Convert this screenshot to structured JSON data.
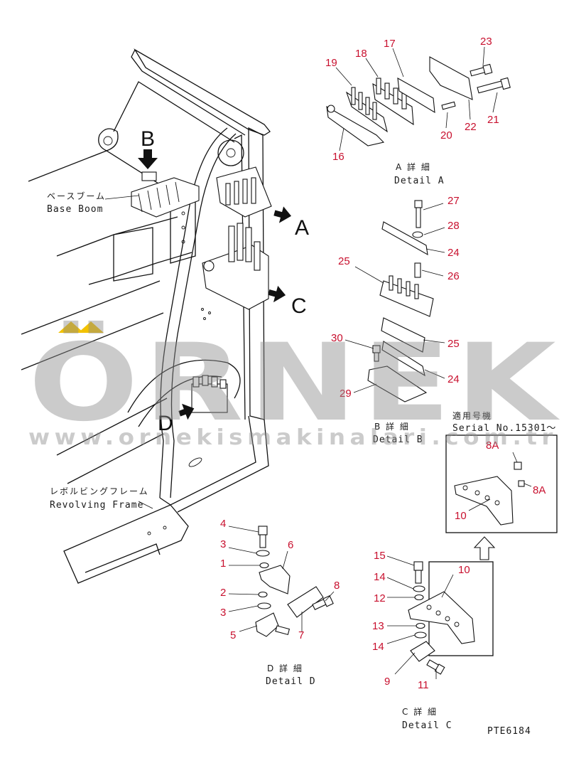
{
  "labels": {
    "base_boom_jp": "ベースブーム",
    "base_boom_en": "Base Boom",
    "revolving_frame_jp": "レボルビングフレーム",
    "revolving_frame_en": "Revolving Frame",
    "detail_a_jp": "A 詳 細",
    "detail_a_en": "Detail A",
    "detail_b_jp": "B 詳 細",
    "detail_b_en": "Detail B",
    "detail_c_jp": "C 詳 細",
    "detail_c_en": "Detail C",
    "detail_d_jp": "D 詳 細",
    "detail_d_en": "Detail D",
    "serial_jp": "適用号機",
    "serial_en": "Serial No.15301〜",
    "drawing_code": "PTE6184"
  },
  "view_letters": {
    "a": "A",
    "b": "B",
    "c": "C",
    "d": "D"
  },
  "part_numbers": {
    "n23": "23",
    "n17": "17",
    "n18": "18",
    "n19": "19",
    "n21": "21",
    "n22": "22",
    "n20": "20",
    "n16": "16",
    "n27": "27",
    "n28": "28",
    "n24a": "24",
    "n25a": "25",
    "n26": "26",
    "n25b": "25",
    "n30": "30",
    "n24b": "24",
    "n29": "29",
    "n8a1": "8A",
    "n8a2": "8A",
    "n10a": "10",
    "n15": "15",
    "n14a": "14",
    "n12": "12",
    "n10b": "10",
    "n13": "13",
    "n14b": "14",
    "n9": "9",
    "n11": "11",
    "n4": "4",
    "n3a": "3",
    "n6": "6",
    "n1": "1",
    "n2": "2",
    "n3b": "3",
    "n8": "8",
    "n5": "5",
    "n7": "7"
  },
  "watermark": {
    "brand": "ÖRNEK",
    "url": "www.ornekismakinalari.com.tr",
    "accent_color": "#f2c200"
  }
}
